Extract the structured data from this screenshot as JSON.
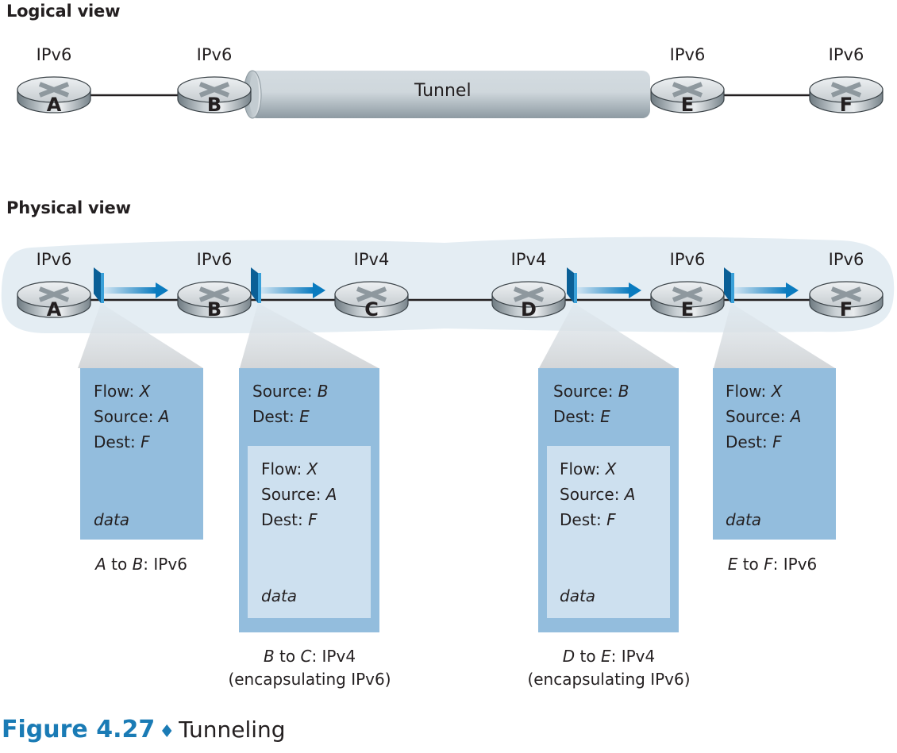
{
  "logical_view": {
    "title": "Logical view",
    "tunnel_label": "Tunnel",
    "routers": [
      {
        "id": "A",
        "protocol": "IPv6"
      },
      {
        "id": "B",
        "protocol": "IPv6"
      },
      {
        "id": "E",
        "protocol": "IPv6"
      },
      {
        "id": "F",
        "protocol": "IPv6"
      }
    ],
    "links": [
      [
        "A",
        "B"
      ],
      [
        "B",
        "E"
      ],
      [
        "E",
        "F"
      ]
    ],
    "tunnel_between": [
      "B",
      "E"
    ]
  },
  "physical_view": {
    "title": "Physical view",
    "routers": [
      {
        "id": "A",
        "protocol": "IPv6"
      },
      {
        "id": "B",
        "protocol": "IPv6"
      },
      {
        "id": "C",
        "protocol": "IPv4"
      },
      {
        "id": "D",
        "protocol": "IPv4"
      },
      {
        "id": "E",
        "protocol": "IPv6"
      },
      {
        "id": "F",
        "protocol": "IPv6"
      }
    ],
    "links": [
      [
        "A",
        "B"
      ],
      [
        "B",
        "C"
      ],
      [
        "C",
        "D"
      ],
      [
        "D",
        "E"
      ],
      [
        "E",
        "F"
      ]
    ],
    "packets": [
      {
        "hop": "A-B",
        "lines": [
          {
            "label": "Flow: ",
            "value": "X"
          },
          {
            "label": "Source: ",
            "value": "A"
          },
          {
            "label": "Dest: ",
            "value": "F"
          }
        ],
        "data_label": "data",
        "caption": {
          "from": "A",
          "to_word": " to ",
          "to": "B",
          "suffix": ": IPv6",
          "line2": ""
        }
      },
      {
        "hop": "B-C",
        "outer_lines": [
          {
            "label": "Source: ",
            "value": "B"
          },
          {
            "label": "Dest: ",
            "value": "E"
          }
        ],
        "inner_lines": [
          {
            "label": "Flow: ",
            "value": "X"
          },
          {
            "label": "Source: ",
            "value": "A"
          },
          {
            "label": "Dest: ",
            "value": "F"
          }
        ],
        "data_label": "data",
        "caption": {
          "from": "B",
          "to_word": " to ",
          "to": "C",
          "suffix": ": IPv4",
          "line2": "(encapsulating IPv6)"
        }
      },
      {
        "hop": "D-E",
        "outer_lines": [
          {
            "label": "Source: ",
            "value": "B"
          },
          {
            "label": "Dest: ",
            "value": "E"
          }
        ],
        "inner_lines": [
          {
            "label": "Flow: ",
            "value": "X"
          },
          {
            "label": "Source: ",
            "value": "A"
          },
          {
            "label": "Dest: ",
            "value": "F"
          }
        ],
        "data_label": "data",
        "caption": {
          "from": "D",
          "to_word": " to ",
          "to": "E",
          "suffix": ": IPv4",
          "line2": "(encapsulating IPv6)"
        }
      },
      {
        "hop": "E-F",
        "lines": [
          {
            "label": "Flow: ",
            "value": "X"
          },
          {
            "label": "Source: ",
            "value": "A"
          },
          {
            "label": "Dest: ",
            "value": "F"
          }
        ],
        "data_label": "data",
        "caption": {
          "from": "E",
          "to_word": " to ",
          "to": "F",
          "suffix": ": IPv6",
          "line2": ""
        }
      }
    ]
  },
  "figure": {
    "number": "Figure 4.27",
    "separator": "♦",
    "title": "Tunneling"
  },
  "colors": {
    "packet_outer": "#93bddd",
    "packet_inner": "#cde0ef",
    "physical_background": "#e4edf3",
    "arrow_blue": "#0a7bbf",
    "figure_blue": "#1a7bb5",
    "text": "#231f20"
  }
}
